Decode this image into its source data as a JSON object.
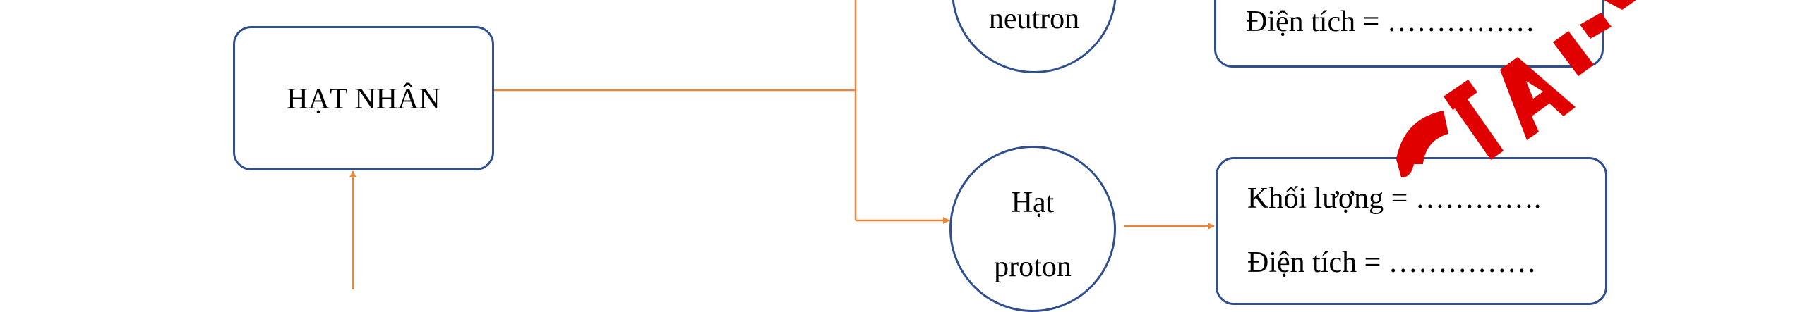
{
  "nucleus": {
    "label": "HẠT NHÂN"
  },
  "neutron": {
    "label_line2": "neutron"
  },
  "neutron_info": {
    "charge_label": "Điện tích = ……………"
  },
  "proton": {
    "label_line1": "Hạt",
    "label_line2": "proton"
  },
  "proton_info": {
    "mass_label": "Khối lượng = ………….",
    "charge_label": "Điện tích = ……………"
  },
  "colors": {
    "connector": "#e8873a",
    "border": "#2f4f8f",
    "watermark": "#e00000"
  }
}
